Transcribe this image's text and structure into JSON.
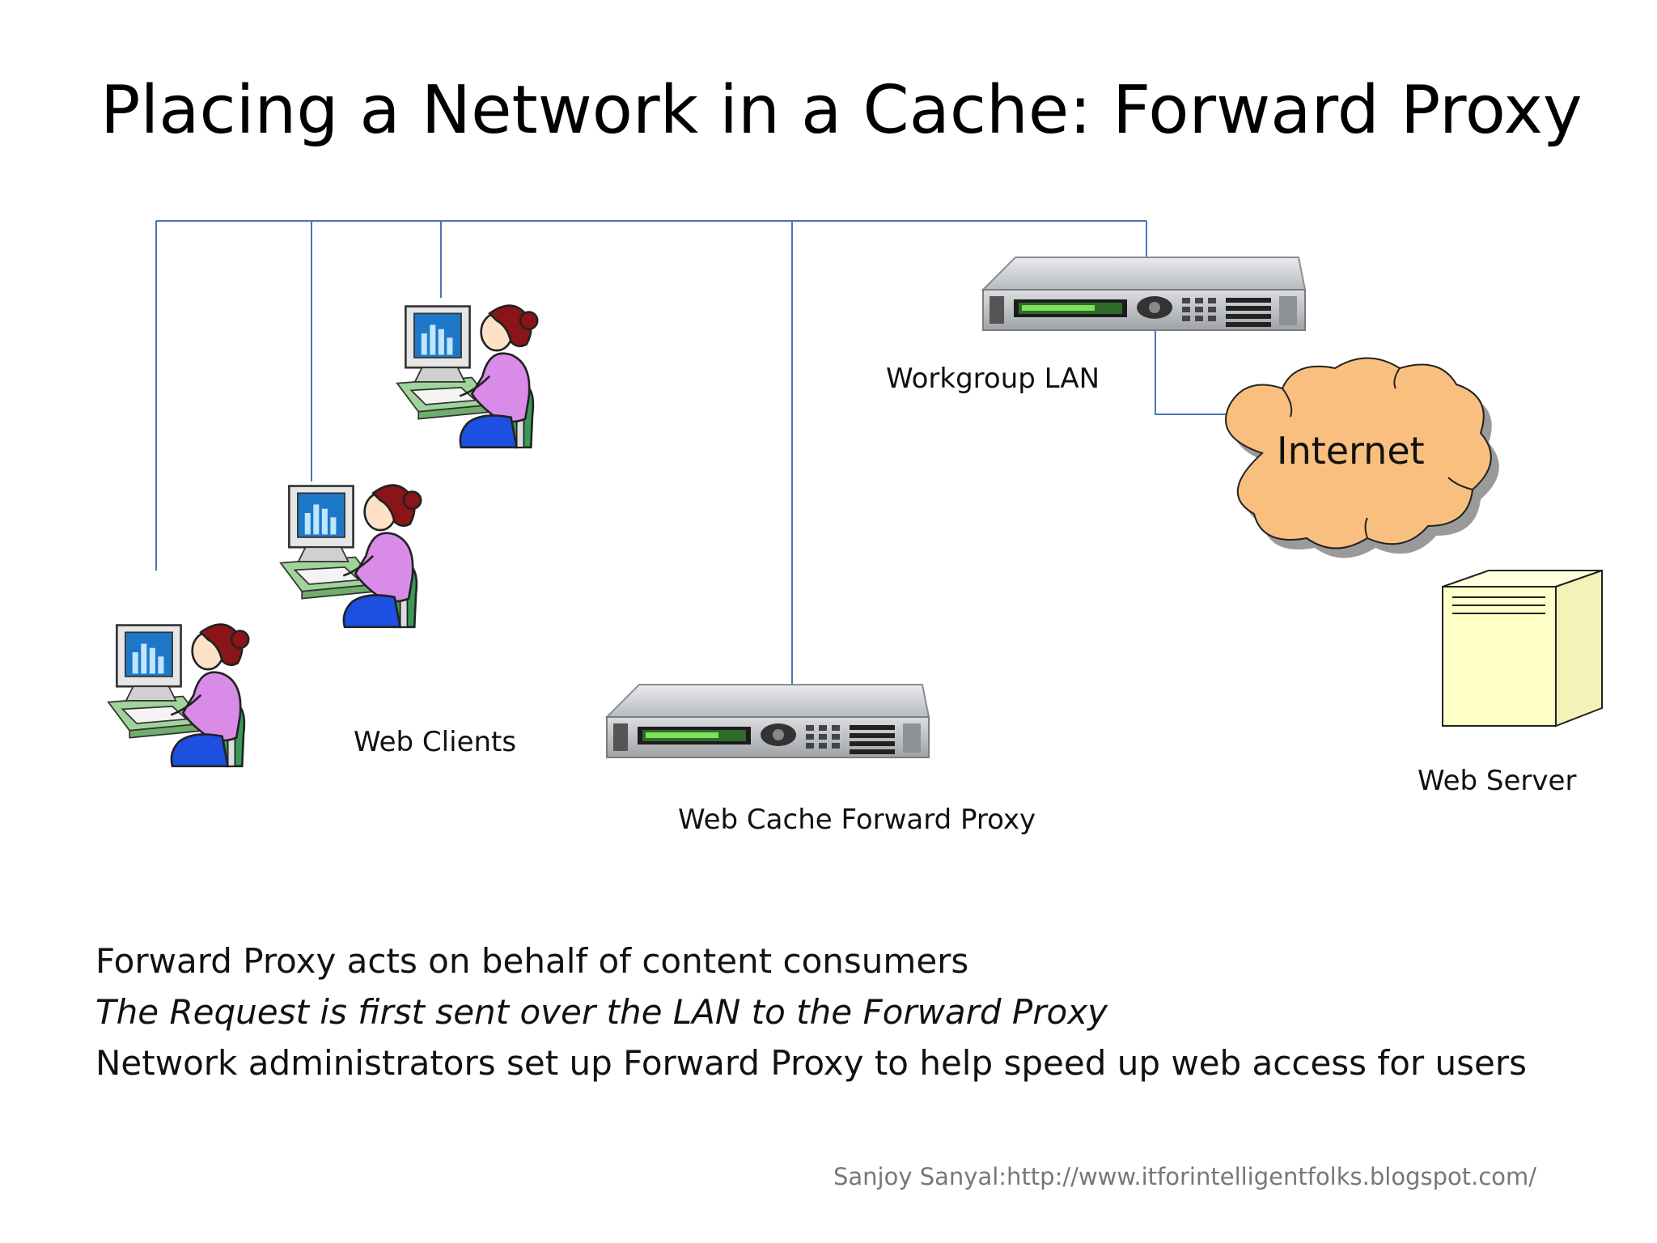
{
  "title": "Placing a Network in a Cache: Forward Proxy",
  "labels": {
    "workgroup_lan": "Workgroup LAN",
    "internet": "Internet",
    "web_clients": "Web Clients",
    "web_cache_forward_proxy": "Web Cache Forward Proxy",
    "web_server": "Web Server"
  },
  "bullets": [
    "Forward Proxy acts on behalf of content consumers",
    "The Request is first sent over the LAN to the Forward Proxy",
    "Network administrators set up Forward  Proxy to help speed up web access for users"
  ],
  "footer": "Sanjoy Sanyal:http://www.itforintelligentfolks.blogspot.com/",
  "colors": {
    "network_line": "#4a74b8",
    "cloud_fill": "#f9bf7e",
    "server_fill": "#ffffc8"
  }
}
